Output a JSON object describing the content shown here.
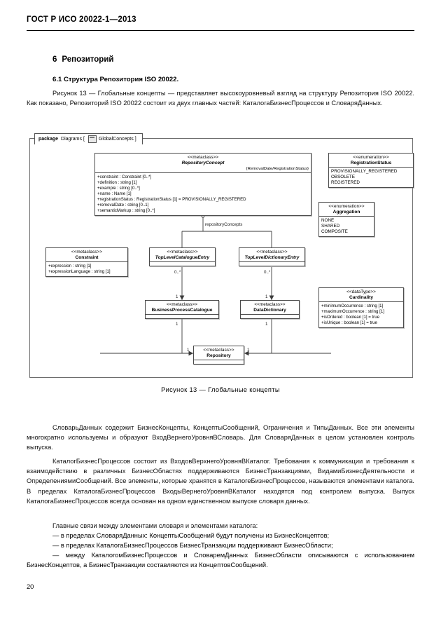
{
  "header": {
    "standard_code": "ГОСТ Р ИСО 20022-1—2013"
  },
  "page_number": "20",
  "headings": {
    "section_number": "6",
    "section_title": "Репозиторий",
    "subsection": "6.1 Структура Репозитория ISO 20022."
  },
  "paragraphs": {
    "intro": "Рисунок 13 — Глобальные концепты — представляет высокоуровневый взгляд на структуру Репозитория ISO 20022. Как показано, Репозиторий ISO 20022 состоит из двух главных частей: КаталогаБизнесПроцессов и СловаряДанных.",
    "p1": "СловарьДанных содержит БизнесКонцепты, КонцептыСообщений, Ограничения и ТипыДанных. Все эти элементы многократно используемы и образуют ВходВернегоУровняВСловарь. Для СловаряДанных в целом установлен контроль выпуска.",
    "p2": "КаталогБизнесПроцессов состоит из ВходовВерхнегоУровняВКаталог. Требования к коммуникации и требования к взаимодействию в различных БизнесОбластях поддерживаются БизнесТранзакциями, ВидамиБизнесДеятельности и ОпределениямиСообщений. Все элементы, которые хранятся в КаталогеБизнесПроцессов, называются элементами каталога. В пределах КаталогаБизнесПроцессов ВходыВернегоУровняВКаталог находятся под контролем выпуска. Выпуск КаталогаБизнесПроцессов всегда основан на одном единственном выпуске словаря данных.",
    "p3": "Главные связи между элементами словаря и элементами каталога:",
    "bullets": [
      "— в пределах СловаряДанных: КонцептыСообщений будут получены из БизнесКонцептов;",
      "— в пределах КаталогаБизнесПроцессов БизнесТранзакции поддерживают БизнесОбласти;",
      "— между КаталогомБизнесПроцессов и СловаремДанных БизнесОбласти описываются с использованием БизнесКонцептов, а БизнесТранзакции составляются из КонцептовСообщений."
    ]
  },
  "figure": {
    "caption": "Рисунок 13 — Глобальные концепты",
    "package_tab": {
      "keyword": "package",
      "path": "Diagrams",
      "bracket_open": "[",
      "icon": "diagram-icon",
      "name": "GlobalConcepts",
      "bracket_close": "]"
    },
    "classes": {
      "repository_concept": {
        "stereotype": "<<metaclass>>",
        "name": "RepositoryConcept",
        "tagged_values": "{RemovalDate/RegistrationStatus}",
        "attributes": [
          "+constraint : Constraint [0..*]",
          "+definition : string [1]",
          "+example : string [0..*]",
          "+name : Name [1]",
          "+registrationStatus : RegistrationStatus [1] = PROVISIONALLY_REGISTERED",
          "+removalDate : string [0..1]",
          "+semanticMarkup : string [0..*]"
        ]
      },
      "registration_status": {
        "stereotype": "<<enumeration>>",
        "name": "RegistrationStatus",
        "values": [
          "PROVISIONALLY_REGISTERED",
          "OBSOLETE",
          "REGISTERED"
        ]
      },
      "aggregation": {
        "stereotype": "<<enumeration>>",
        "name": "Aggregation",
        "values": [
          "NONE",
          "SHARED",
          "COMPOSITE"
        ]
      },
      "cardinality": {
        "stereotype": "<<dataType>>",
        "name": "Cardinality",
        "attributes": [
          "+minimumOccurrence : string [1]",
          "+maximumOccurrence : string [1]",
          "+isOrdered : boolean [1] = true",
          "+isUnique : boolean [1] = true"
        ]
      },
      "constraint": {
        "stereotype": "<<metaclass>>",
        "name": "Constraint",
        "attributes": [
          "+expression : string [1]",
          "+expressionLanguage : string [1]"
        ]
      },
      "top_level_catalogue_entry": {
        "stereotype": "<<metaclass>>",
        "name": "TopLevelCatalogueEntry"
      },
      "top_level_dictionary_entry": {
        "stereotype": "<<metaclass>>",
        "name": "TopLevelDictionaryEntry"
      },
      "business_process_catalogue": {
        "stereotype": "<<metaclass>>",
        "name": "BusinessProcessCatalogue"
      },
      "data_dictionary": {
        "stereotype": "<<metaclass>>",
        "name": "DataDictionary"
      },
      "repository": {
        "stereotype": "<<metaclass>>",
        "name": "Repository"
      }
    },
    "connector_labels": {
      "repository_concepts": "repositoryConcepts",
      "cat_many": "0..*",
      "dict_many": "0..*",
      "cat_one": "1",
      "dict_one": "1",
      "bpc_one": "1",
      "dd_one": "1",
      "repo_left_one": "1",
      "repo_right_one": "1"
    }
  }
}
